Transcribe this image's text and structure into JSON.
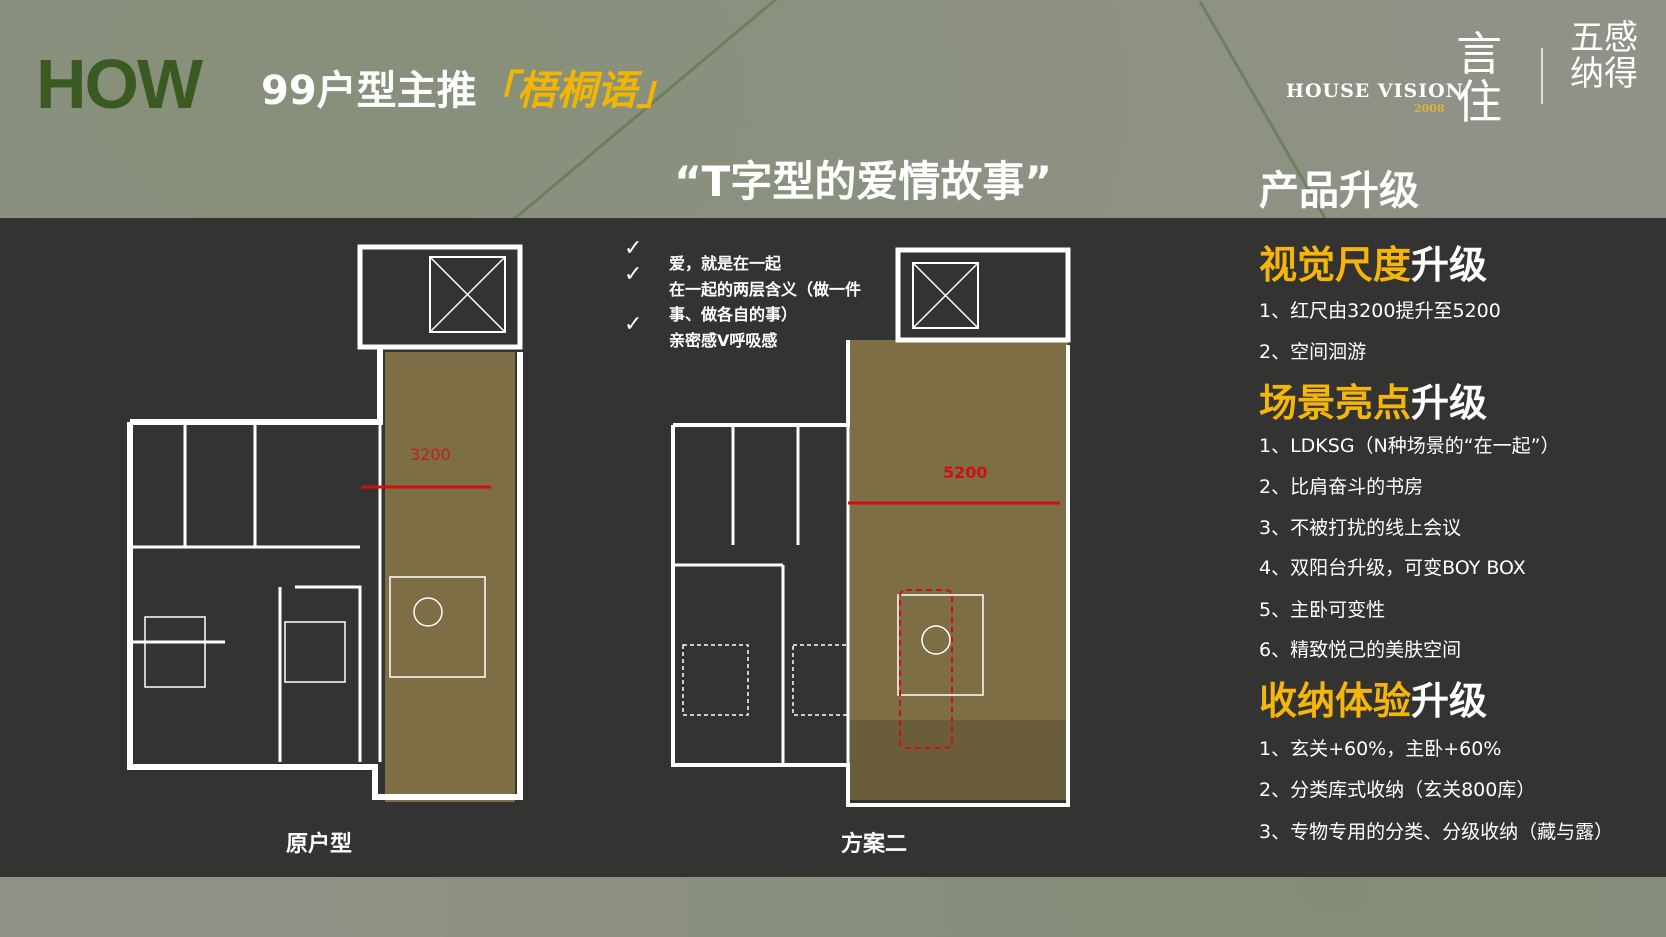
{
  "header": {
    "how": "HOW",
    "title_prefix": "99户型主推",
    "title_highlight": "「梧桐语」",
    "subtitle": "“T字型的爱情故事”"
  },
  "logo": {
    "brand_en": "HOUSE VISION",
    "year": "2008",
    "brand_cn": "言住",
    "partner_cn": "五感纳得"
  },
  "story": {
    "items": [
      "爱，就是在一起",
      "在一起的两层含义（做一件",
      "事、做各自的事）",
      "亲密感V呼吸感"
    ]
  },
  "plans": [
    {
      "label": "原户型",
      "dimension": "3200"
    },
    {
      "label": "方案二",
      "dimension": "5200"
    }
  ],
  "upgrades": {
    "title": "产品升级",
    "sections": [
      {
        "highlight": "视觉尺度",
        "suffix": "升级",
        "items": [
          "1、红尺由3200提升至5200",
          "2、空间洄游"
        ]
      },
      {
        "highlight": "场景亮点",
        "suffix": "升级",
        "items": [
          "1、LDKSG（N种场景的“在一起”）",
          "2、比肩奋斗的书房",
          "3、不被打扰的线上会议",
          "4、双阳台升级，可变BOY BOX",
          "5、主卧可变性",
          "6、精致悦己的美肤空间"
        ]
      },
      {
        "highlight": "收纳体验",
        "suffix": "升级",
        "items": [
          "1、玄关+60%，主卧+60%",
          "2、分类库式收纳（玄关800库）",
          "3、专物专用的分类、分级收纳（藏与露）"
        ]
      }
    ]
  },
  "colors": {
    "accent": "#f5b50a",
    "brand_green": "#3b5a22",
    "band": "#333331",
    "room_fill": "#7d6e45",
    "dimension_red": "#d01010"
  }
}
